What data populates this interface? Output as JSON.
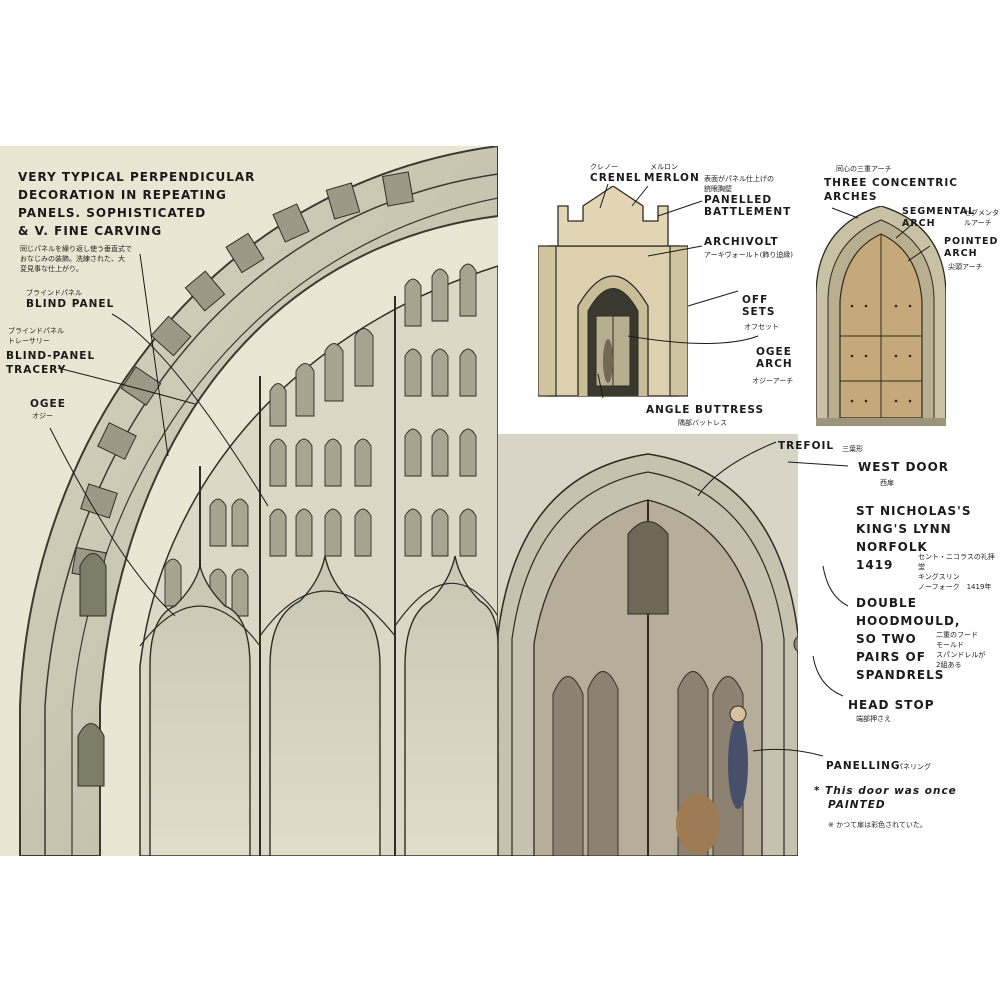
{
  "left": {
    "main_note": [
      "VERY TYPICAL PERPENDICULAR",
      "DECORATION IN REPEATING",
      "PANELS. SOPHISTICATED",
      "& V. FINE CARVING"
    ],
    "main_note_jp": [
      "同じパネルを繰り返し使う垂直式で",
      "おなじみの装飾。洗練された、大",
      "変見事な仕上がり。"
    ],
    "blind_panel_jp": "ブラインドパネル",
    "blind_panel": "BLIND PANEL",
    "tracery_jp": [
      "ブラインドパネル",
      "トレーサリー"
    ],
    "tracery": [
      "BLIND-PANEL",
      "TRACERY"
    ],
    "ogee": "OGEE",
    "ogee_jp": "オジー"
  },
  "porch": {
    "crenel_jp": "クレノー",
    "crenel": "CRENEL",
    "merlon_jp": "メルロン",
    "merlon": "MERLON",
    "panelled_jp": [
      "表面がパネル仕上げの",
      "銃眼胸壁"
    ],
    "panelled": [
      "PANELLED",
      "BATTLEMENT"
    ],
    "archivolt": "ARCHIVOLT",
    "archivolt_jp": "アーキヴォールト(飾り迫縁)",
    "offsets": [
      "OFF",
      "SETS"
    ],
    "offsets_jp": "オフセット",
    "ogee_arch": [
      "OGEE",
      "ARCH"
    ],
    "ogee_arch_jp": "オジーアーチ",
    "angle_buttress": "ANGLE BUTTRESS",
    "angle_buttress_jp": "隅部バットレス"
  },
  "door_arches": {
    "concentric_jp": "同心の三重アーチ",
    "concentric": [
      "THREE CONCENTRIC",
      "ARCHES"
    ],
    "segmental": [
      "SEGMENTAL",
      "ARCH"
    ],
    "segmental_jp": [
      "セグメンタ",
      "ルアーチ"
    ],
    "pointed": [
      "POINTED",
      "ARCH"
    ],
    "pointed_jp": "尖頭アーチ"
  },
  "west_door": {
    "trefoil": "TREFOIL",
    "trefoil_jp": "三葉形",
    "west_door": "WEST DOOR",
    "west_door_jp": "西扉",
    "location": [
      "ST NICHOLAS'S",
      "KING'S LYNN",
      "NORFOLK",
      "1419"
    ],
    "location_jp": [
      "セント・ニコラスの礼拝堂",
      "キングスリン",
      "ノーフォーク　1419年"
    ],
    "hoodmould": [
      "DOUBLE",
      "HOODMOULD,",
      "SO TWO",
      "PAIRS OF",
      "SPANDRELS"
    ],
    "hoodmould_jp": [
      "二重のフード",
      "モールド",
      "スパンドレルが",
      "2組ある"
    ],
    "head_stop": "HEAD STOP",
    "head_stop_jp": "端部押さえ",
    "panelling": "PANELLING",
    "panelling_jp": "パネリング",
    "painted_note": [
      "* This door was once",
      "PAINTED"
    ],
    "painted_note_jp": "※ かつて扉は彩色されていた。"
  }
}
